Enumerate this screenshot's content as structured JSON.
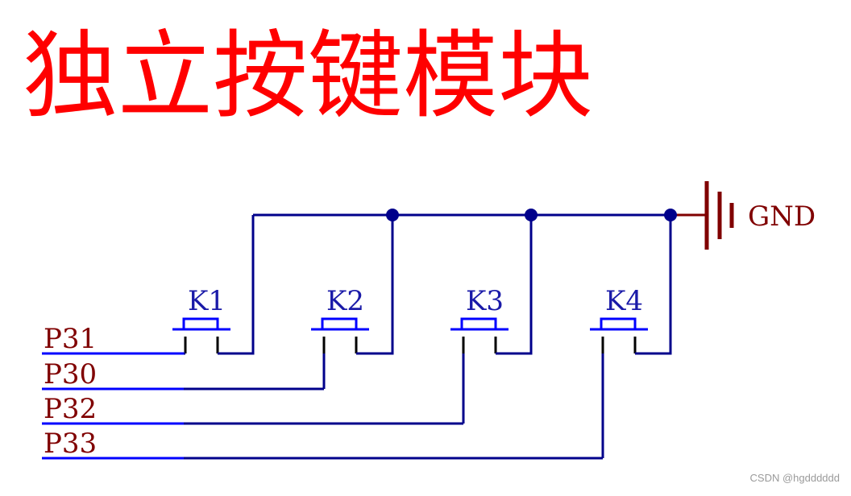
{
  "title": "独立按键模块",
  "gnd_label": "GND",
  "buttons": [
    {
      "label": "K1",
      "net": "P31"
    },
    {
      "label": "K2",
      "net": "P30"
    },
    {
      "label": "K3",
      "net": "P32"
    },
    {
      "label": "K4",
      "net": "P33"
    }
  ],
  "nets": [
    "P31",
    "P30",
    "P32",
    "P33"
  ],
  "watermark": "CSDN @hgdddddd",
  "colors": {
    "title": "#ff0000",
    "wire": "#00008b",
    "net_line": "#0000ff",
    "label_dark": "#800000",
    "label_blue": "#1a1aa8",
    "gnd": "#800000",
    "junction": "#00008b",
    "watermark": "#9a9a9a"
  }
}
